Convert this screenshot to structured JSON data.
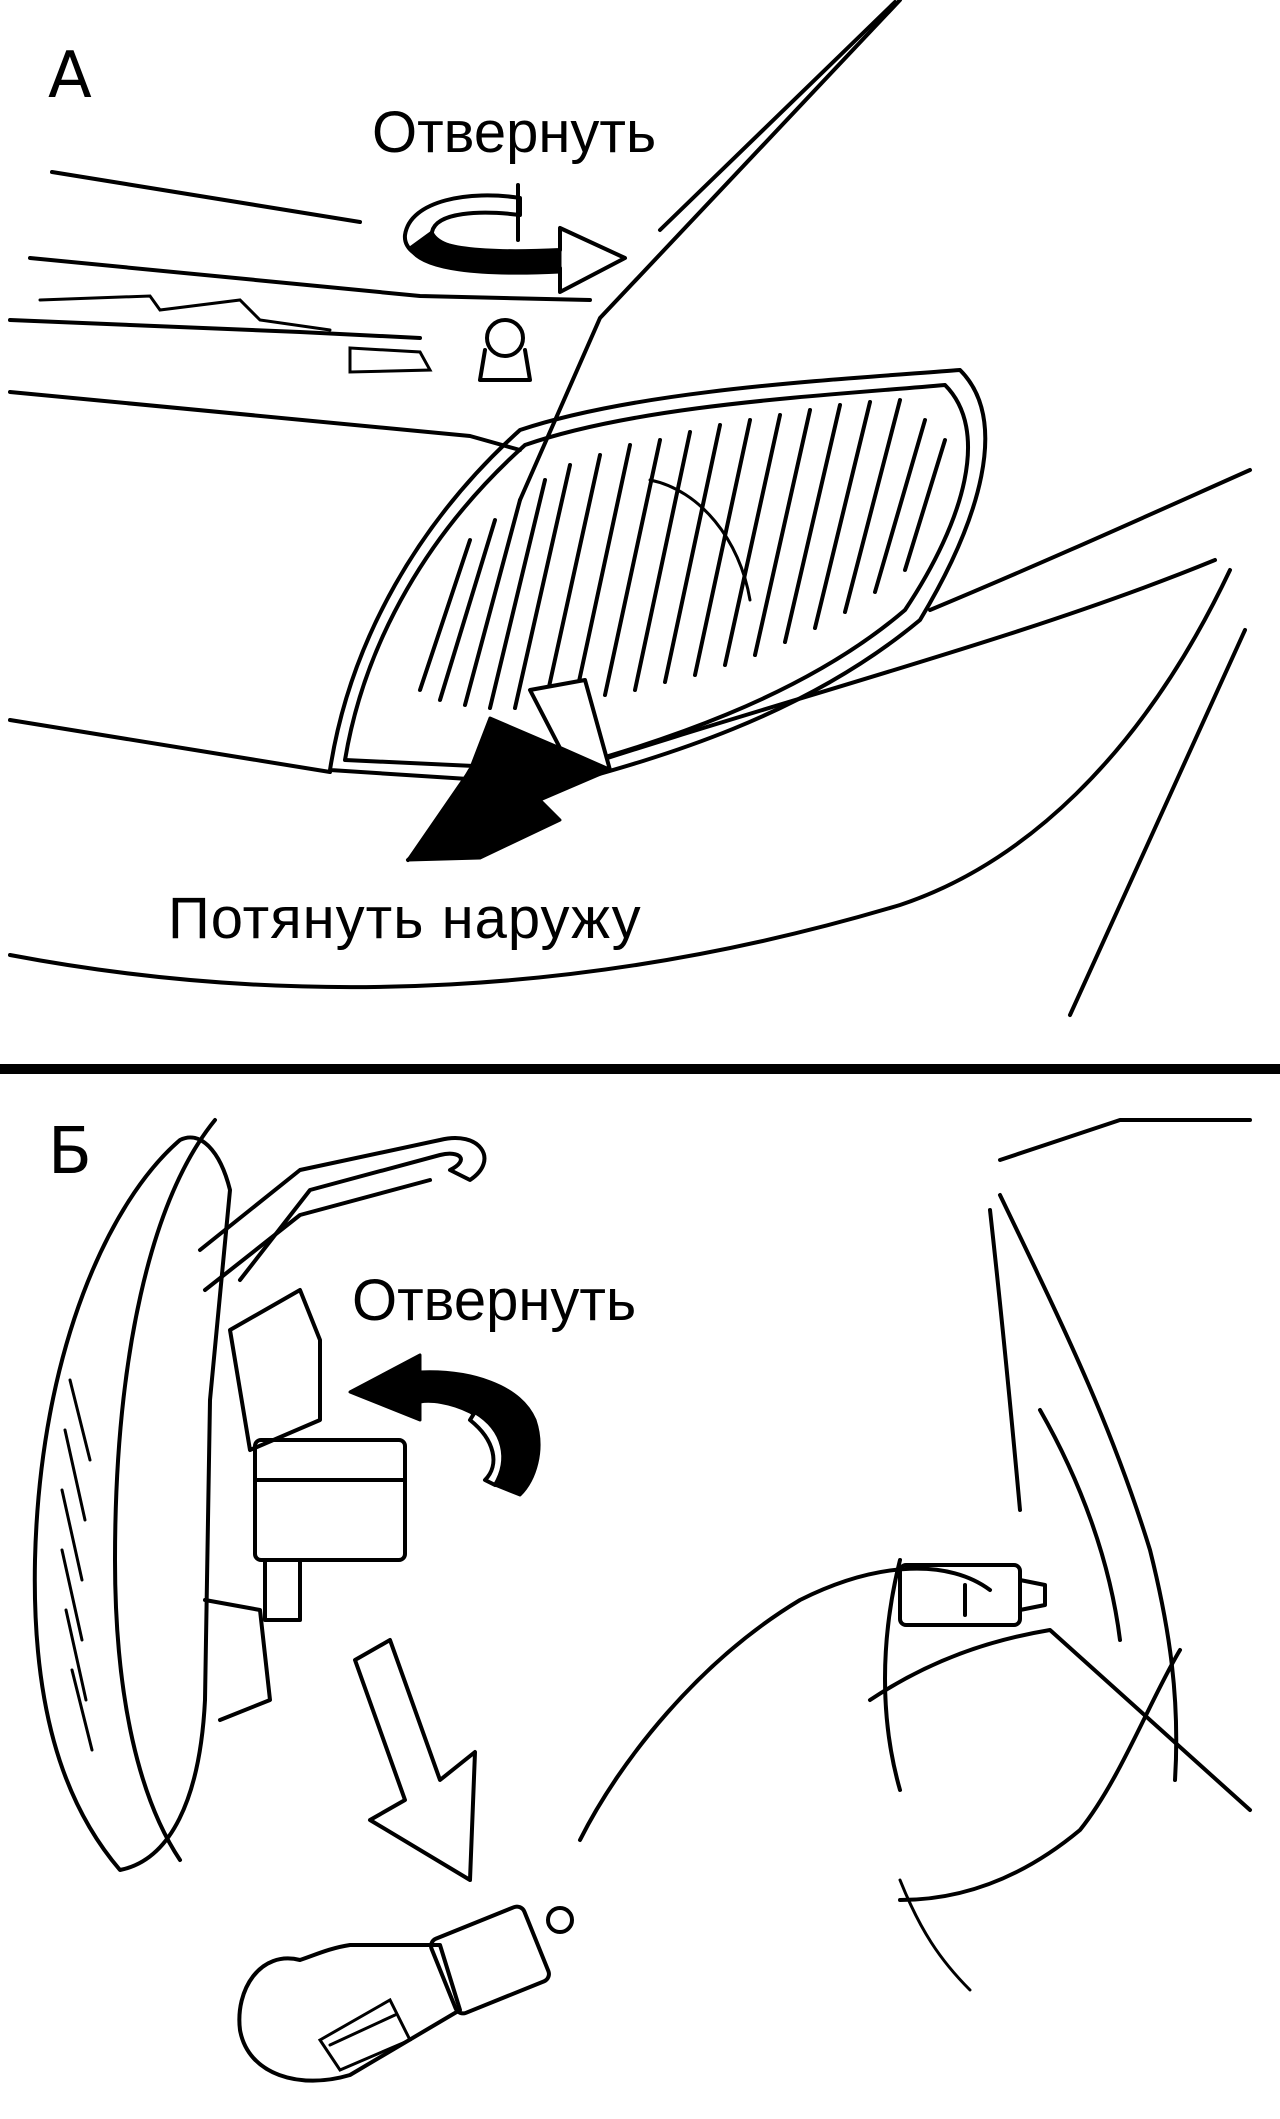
{
  "panels": {
    "a": {
      "letter": "А",
      "unscrew_label": "Отвернуть",
      "pull_label": "Потянуть  наружу"
    },
    "b": {
      "letter": "Б",
      "unscrew_label": "Отвернуть"
    }
  },
  "colors": {
    "ink": "#000000",
    "paper": "#ffffff"
  },
  "icons": {
    "panel_a_rotate": "rotate-arrow-icon",
    "panel_a_pull": "pull-arrow-icon",
    "panel_b_rotate": "rotate-arrow-icon",
    "panel_b_down": "down-arrow-icon"
  }
}
